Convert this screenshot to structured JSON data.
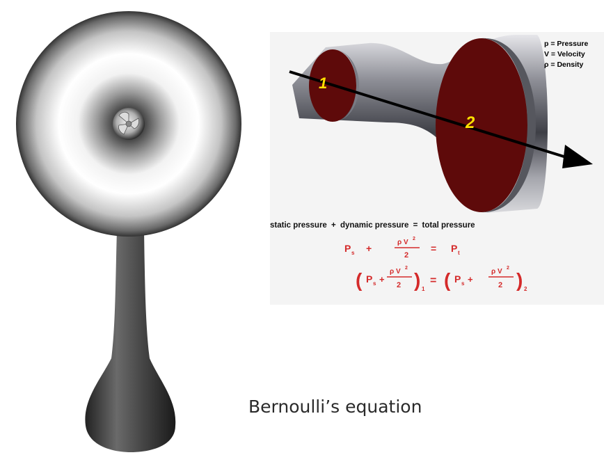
{
  "diagram": {
    "legend": [
      "p = Pressure",
      "V = Velocity",
      "ρ = Density"
    ],
    "station_labels": [
      "1",
      "2"
    ],
    "sentence": [
      "static pressure",
      "+",
      "dynamic pressure",
      "=",
      "total pressure"
    ],
    "equation1": {
      "ps": "P",
      "ps_sub": "s",
      "plus": "+",
      "numerator": "ρ V",
      "exponent": "2",
      "denominator": "2",
      "equals": "=",
      "pt": "P",
      "pt_sub": "t"
    },
    "equation2": {
      "p": "P",
      "p_sub": "s",
      "plus": "+",
      "numerator": "ρ V",
      "exponent": "2",
      "denominator": "2",
      "station1": "1",
      "equals": "=",
      "station2": "2"
    },
    "caption": "Bernoulli’s equation",
    "colors": {
      "nozzle_face": "#5e0a0a",
      "equation_red": "#d42a2a",
      "station_label": "#ffe000"
    }
  }
}
